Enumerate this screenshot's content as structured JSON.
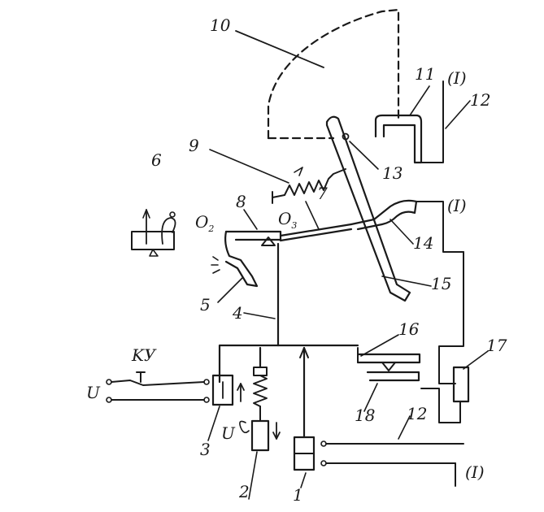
{
  "labels": {
    "n1": "1",
    "n2": "2",
    "n3": "3",
    "n4": "4",
    "n5": "5",
    "n6": "6",
    "n7": "7",
    "n8": "8",
    "n9": "9",
    "n10": "10",
    "n11": "11",
    "n12a": "12",
    "n12b": "12",
    "n13": "13",
    "n14": "14",
    "n15": "15",
    "n16": "16",
    "n17": "17",
    "n18": "18",
    "phase_top": "(I)",
    "phase_mid": "(I)",
    "phase_bot": "(I)",
    "pivot_o2": "O",
    "pivot_o2_sub": "2",
    "pivot_o3": "O",
    "pivot_o3_sub": "3",
    "control_key": "KУ",
    "supply_u": "U",
    "supply_u2": "U"
  }
}
